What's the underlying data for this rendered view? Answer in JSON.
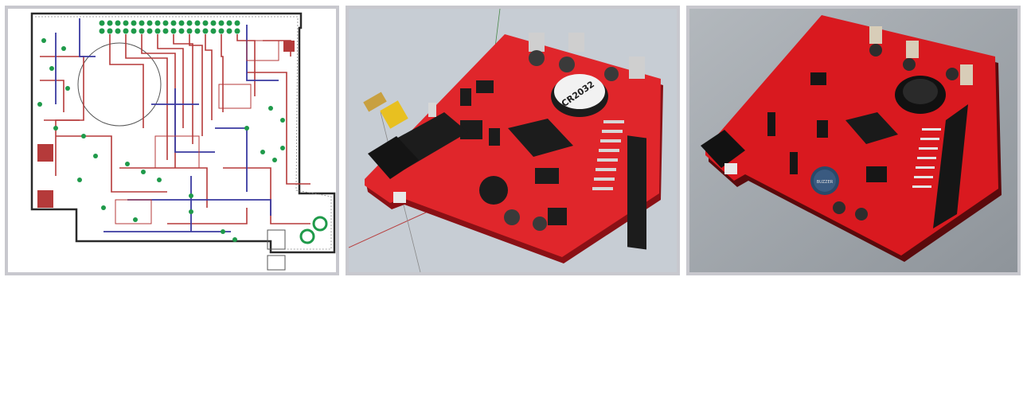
{
  "panels": [
    {
      "name": "pcb-layout-view",
      "colors": {
        "bg": "#ffffff",
        "board_outline": "#2a2a2a",
        "trace_red": "#b53a3a",
        "trace_blue": "#3a3aa0",
        "pad_green": "#1f9a4a"
      }
    },
    {
      "name": "pcb-3d-render-view",
      "colors": {
        "bg": "#c7cdd4",
        "board": "#e0262b",
        "component": "#1c1c1c"
      }
    },
    {
      "name": "pcb-photo-view",
      "colors": {
        "bg": "#9aa0a6",
        "board": "#d9191f",
        "component": "#161616"
      }
    }
  ],
  "board_labels": {
    "battery_text": "CR2032",
    "buzzer_text": "BUZZER"
  }
}
